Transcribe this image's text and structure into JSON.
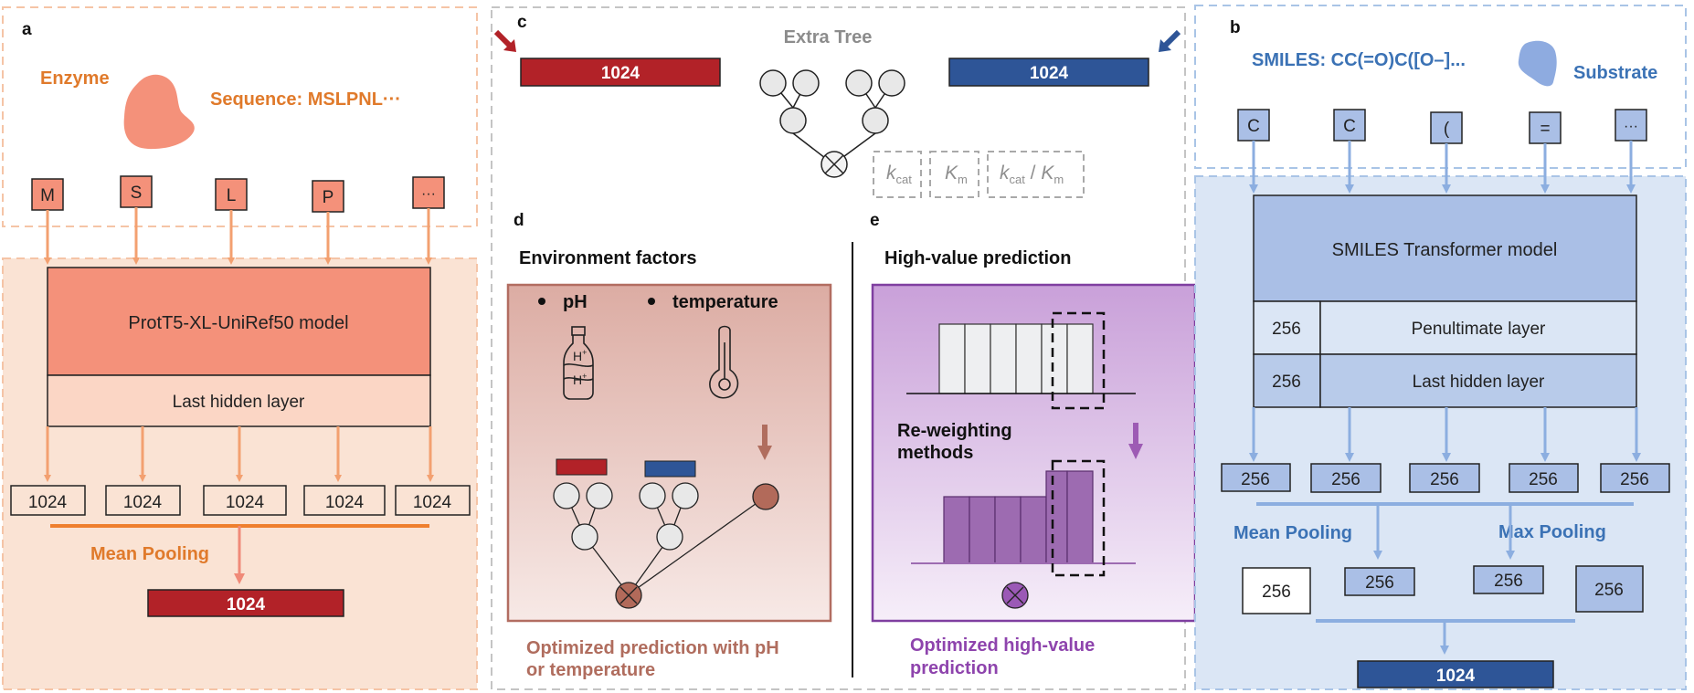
{
  "panel_a": {
    "label": "a",
    "enzyme": "Enzyme",
    "sequence": "Sequence: MSLPNL···",
    "tokens": [
      "M",
      "S",
      "L",
      "P",
      "···"
    ],
    "model": "ProtT5-XL-UniRef50 model",
    "layer": "Last hidden layer",
    "outputs": [
      "1024",
      "1024",
      "1024",
      "1024",
      "1024"
    ],
    "pooling": "Mean Pooling",
    "final": "1024"
  },
  "panel_b": {
    "label": "b",
    "smiles": "SMILES: CC(=O)C([O–]...",
    "substrate": "Substrate",
    "tokens": [
      "C",
      "C",
      "(",
      "=",
      "···"
    ],
    "model": "SMILES Transformer model",
    "penultimate_dim": "256",
    "penultimate": "Penultimate layer",
    "last_dim": "256",
    "last": "Last hidden layer",
    "outputs": [
      "256",
      "256",
      "256",
      "256",
      "256"
    ],
    "mean_pooling": "Mean Pooling",
    "max_pooling": "Max Pooling",
    "pooled": [
      "256",
      "256",
      "256",
      "256"
    ],
    "final": "1024"
  },
  "panel_c": {
    "label": "c",
    "title": "Extra Tree",
    "left": "1024",
    "right": "1024",
    "outputs": [
      {
        "sym": "k",
        "sub": "cat"
      },
      {
        "sym": "K",
        "sub": "m"
      },
      {
        "sym": "k",
        "sub": "cat",
        "sep": " / ",
        "sym2": "K",
        "sub2": "m"
      }
    ]
  },
  "panel_d": {
    "label": "d",
    "title": "Environment factors",
    "ph": "pH",
    "temperature": "temperature",
    "h1": "H",
    "h2": "H",
    "caption_line1": "Optimized prediction with pH",
    "caption_line2": "or temperature"
  },
  "panel_e": {
    "label": "e",
    "title": "High-value prediction",
    "method_line1": "Re-weighting",
    "method_line2": "methods",
    "caption_line1": "Optimized high-value",
    "caption_line2": "prediction"
  },
  "colors": {
    "enzyme": "#f4917a",
    "enzyme_text": "#e07a2b",
    "dark_red": "#b22228",
    "blue": "#a9c0e6",
    "dark_blue": "#2e5597",
    "blue_text": "#3b72b5",
    "purple": "#9d6bb1",
    "brown": "#a9604f"
  }
}
